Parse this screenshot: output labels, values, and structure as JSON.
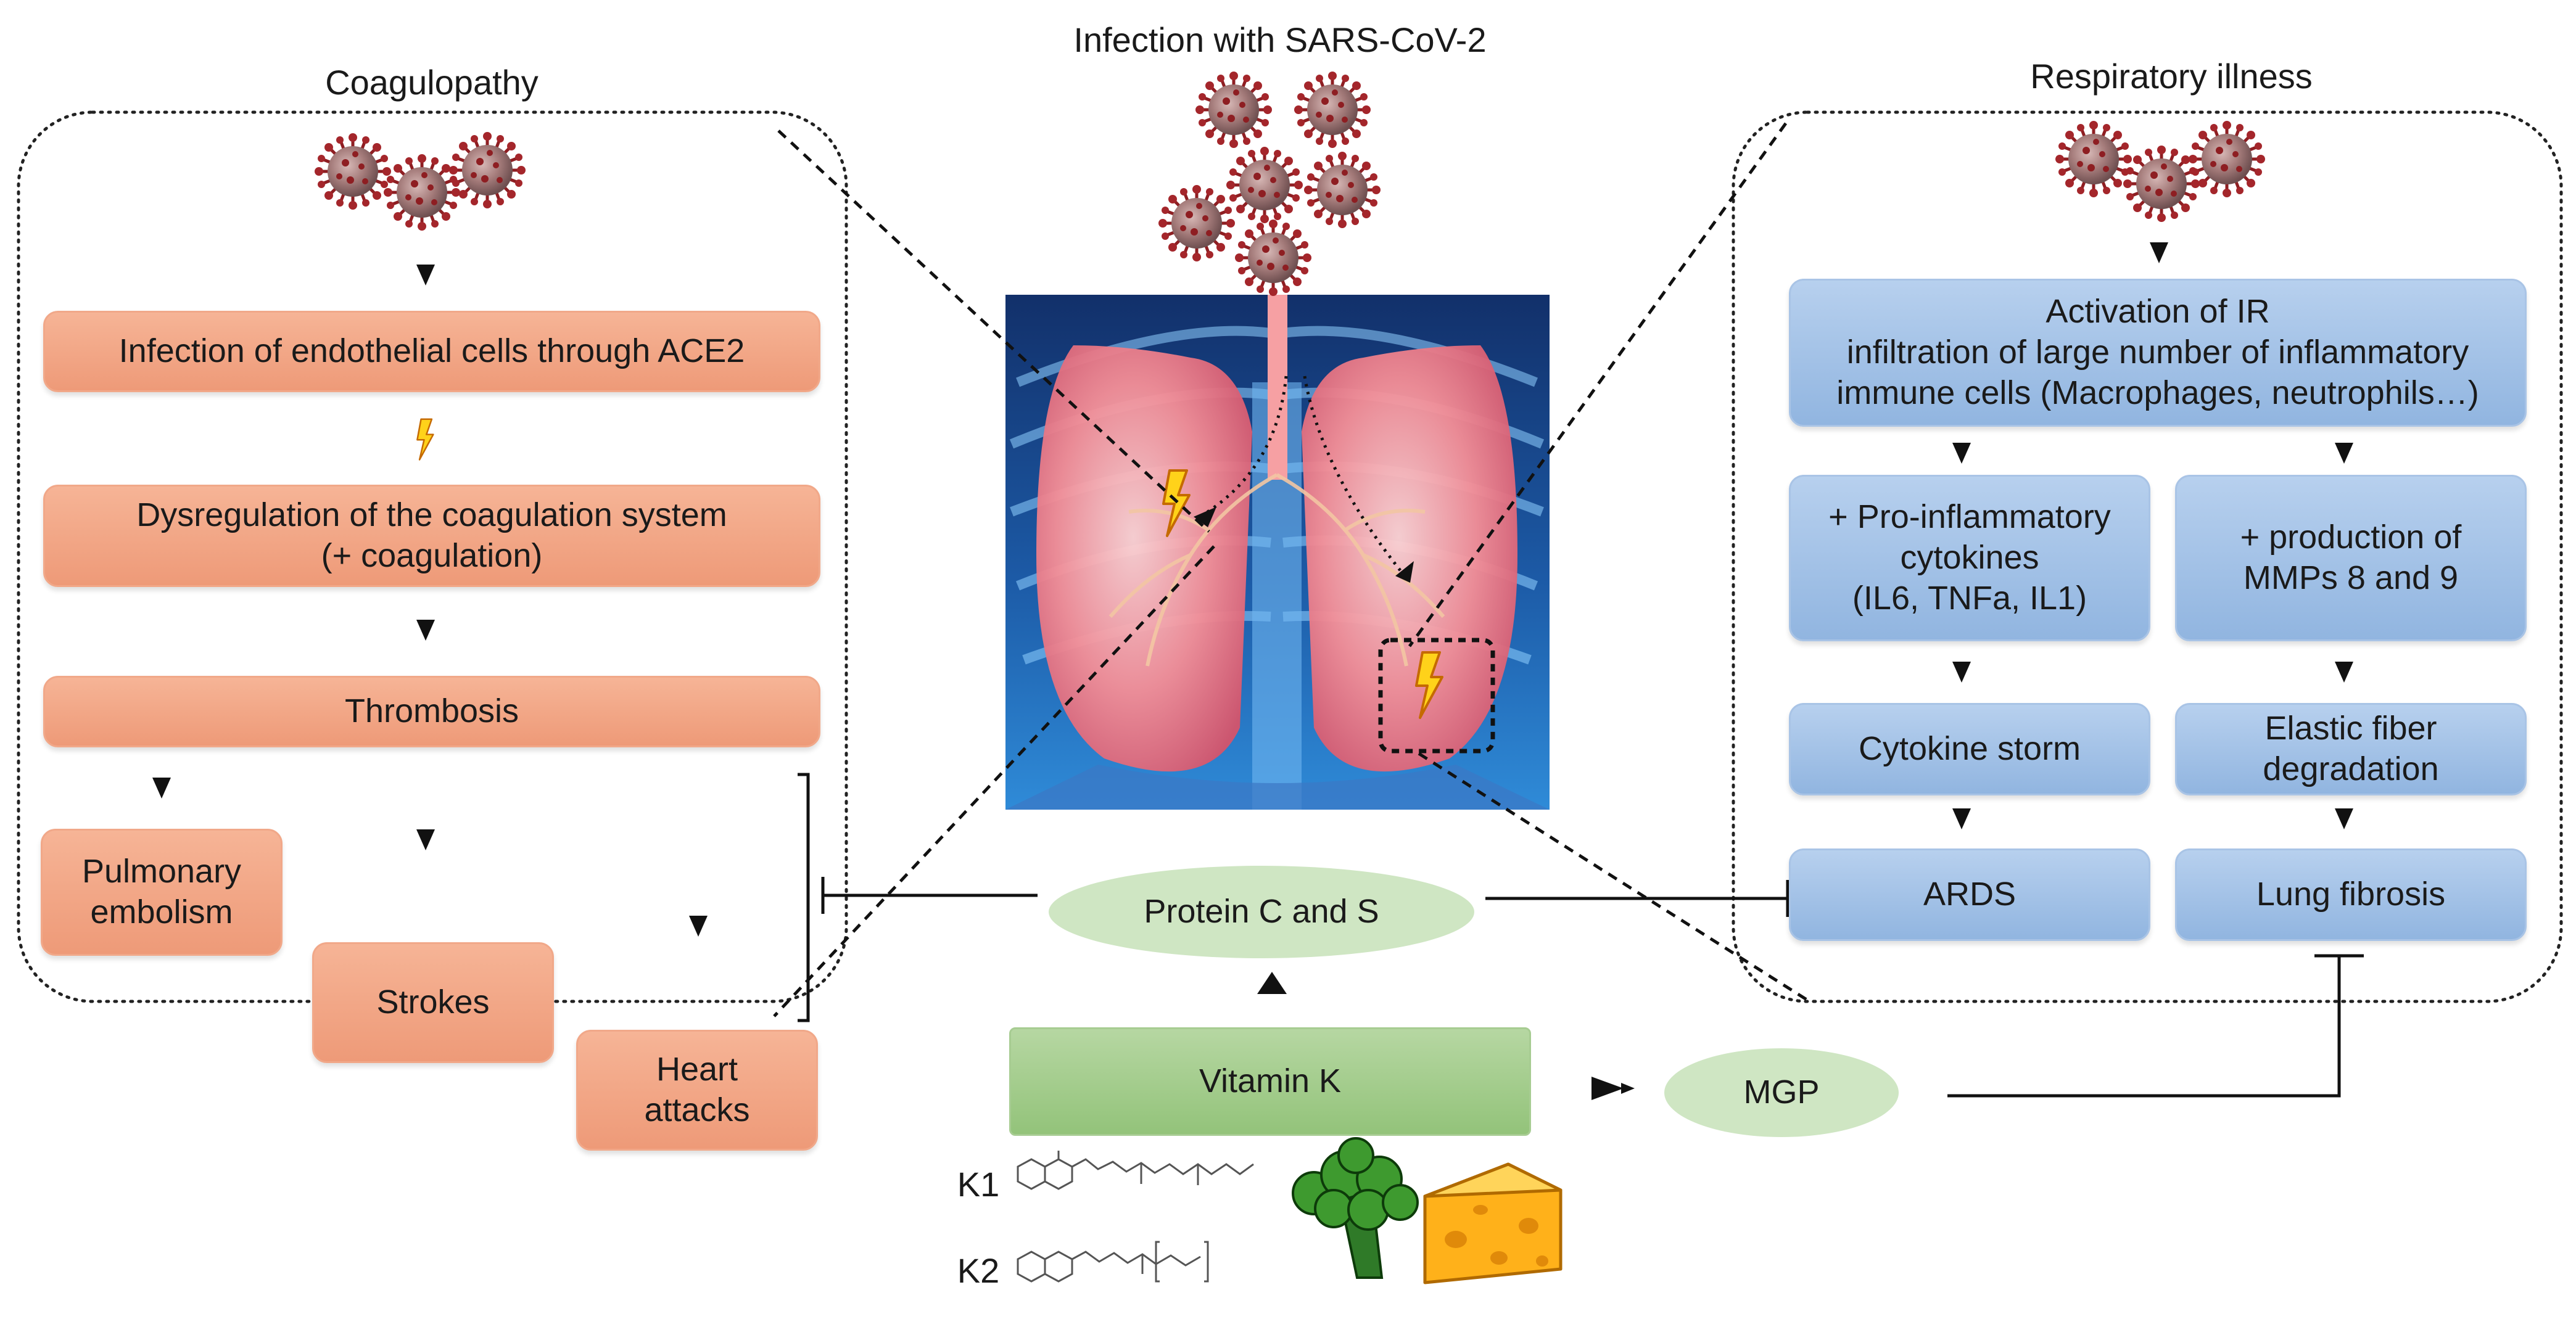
{
  "center": {
    "title": "Infection with SARS-CoV-2"
  },
  "left_panel": {
    "title": "Coagulopathy",
    "steps": {
      "endothelial": "Infection of endothelial cells through ACE2",
      "dysregulation": "Dysregulation of the coagulation system\n(+ coagulation)",
      "thrombosis": "Thrombosis",
      "embolism": "Pulmonary\nembolism",
      "strokes": "Strokes",
      "heart": "Heart\nattacks"
    }
  },
  "right_panel": {
    "title": "Respiratory illness",
    "steps": {
      "activation": "Activation of IR\ninfiltration of large number of inflammatory\nimmune cells (Macrophages, neutrophils…)",
      "cytokines": "+ Pro-inflammatory\ncytokines\n(IL6, TNFa, IL1)",
      "mmps": "+ production of\nMMPs 8 and 9",
      "storm": "Cytokine storm",
      "elastic": "Elastic fiber\ndegradation",
      "ards": "ARDS",
      "fibrosis": "Lung fibrosis"
    }
  },
  "bottom": {
    "protein": "Protein C and S",
    "vitamin": "Vitamin K",
    "mgp": "MGP",
    "k1": "K1",
    "k2": "K2"
  },
  "colors": {
    "orange_box": "#ef9f7c",
    "blue_box": "#9dbde4",
    "green_box": "#a3cc8c",
    "light_green": "#cfe6c3",
    "virus": "#8e1e22"
  }
}
